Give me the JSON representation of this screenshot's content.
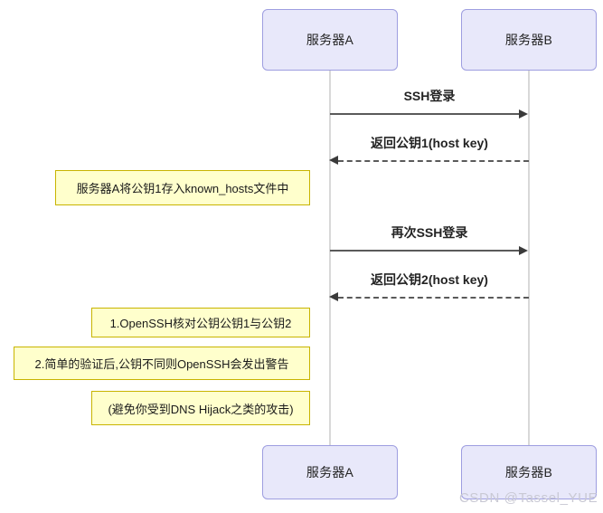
{
  "diagram": {
    "type": "sequence-diagram",
    "title": "SSH host key verification sequence",
    "colors": {
      "participant_fill": "#e8e8fa",
      "participant_border": "#9e9ee0",
      "note_fill": "#ffffcc",
      "note_border": "#c8b400",
      "line": "#5a5a5a",
      "lifeline": "#d8d8d8",
      "watermark": "#c9c9d4"
    }
  },
  "participants": [
    {
      "id": "a",
      "label": "服务器A"
    },
    {
      "id": "b",
      "label": "服务器B"
    }
  ],
  "participants_bottom": [
    {
      "id": "a",
      "label": "服务器A"
    },
    {
      "id": "b",
      "label": "服务器B"
    }
  ],
  "messages": [
    {
      "id": "msg1",
      "label": "SSH登录",
      "from": "a",
      "to": "b",
      "style": "solid",
      "direction": "right"
    },
    {
      "id": "msg2",
      "label": "返回公钥1(host key)",
      "from": "b",
      "to": "a",
      "style": "dashed",
      "direction": "left"
    },
    {
      "id": "msg3",
      "label": "再次SSH登录",
      "from": "a",
      "to": "b",
      "style": "solid",
      "direction": "right"
    },
    {
      "id": "msg4",
      "label": "返回公钥2(host key)",
      "from": "b",
      "to": "a",
      "style": "dashed",
      "direction": "left"
    }
  ],
  "notes": [
    {
      "id": "note1",
      "text": "服务器A将公钥1存入known_hosts文件中"
    },
    {
      "id": "note2",
      "text": "1.OpenSSH核对公钥公钥1与公钥2"
    },
    {
      "id": "note3",
      "text": "2.简单的验证后,公钥不同则OpenSSH会发出警告"
    },
    {
      "id": "note4",
      "text": "(避免你受到DNS Hijack之类的攻击)"
    }
  ],
  "watermark": {
    "text": "CSDN @Tassel_YUE"
  }
}
